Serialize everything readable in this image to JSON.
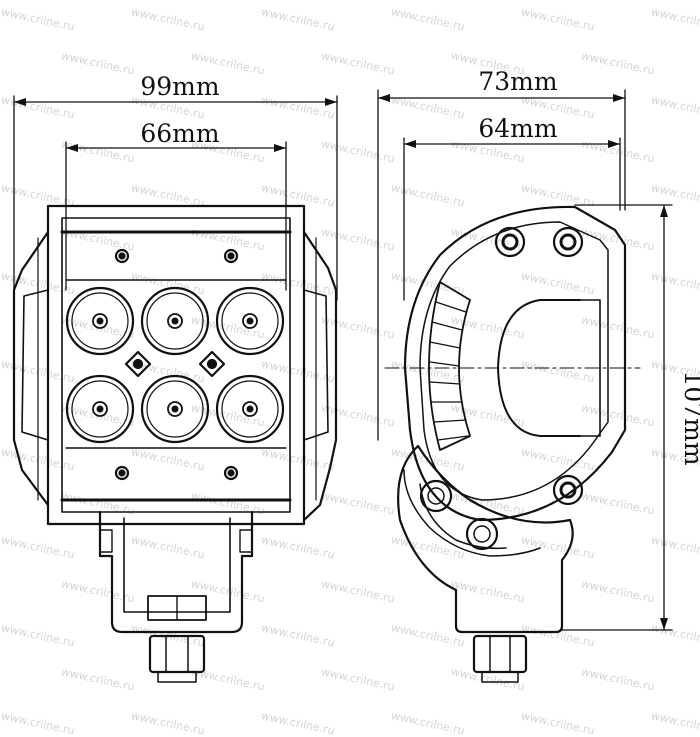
{
  "watermark": "www.crilne.ru",
  "front_view": {
    "overall_width_label": "99mm",
    "bracket_width_label": "66mm",
    "led_grid": {
      "rows": 2,
      "columns": 3
    }
  },
  "side_view": {
    "overall_width_label": "73mm",
    "inner_width_label": "64mm",
    "height_label": "107mm"
  },
  "colors": {
    "line": "#111111",
    "background": "#ffffff",
    "watermark": "#d4d4d4"
  }
}
